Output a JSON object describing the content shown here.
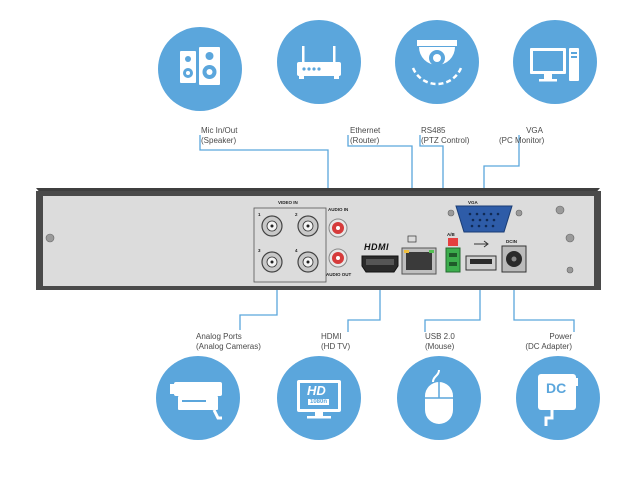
{
  "connections": [
    {
      "id": "mic",
      "title": "Mic In/Out",
      "subtitle": "(Speaker)",
      "icon": "speaker-icon"
    },
    {
      "id": "ethernet",
      "title": "Ethernet",
      "subtitle": "(Router)",
      "icon": "router-icon"
    },
    {
      "id": "rs485",
      "title": "RS485",
      "subtitle": "(PTZ Control)",
      "icon": "ptz-camera-icon"
    },
    {
      "id": "vga",
      "title": "VGA",
      "subtitle": "(PC Monitor)",
      "icon": "monitor-icon"
    },
    {
      "id": "analog",
      "title": "Analog Ports",
      "subtitle": "(Analog Cameras)",
      "icon": "bullet-camera-icon"
    },
    {
      "id": "hdmi",
      "title": "HDMI",
      "subtitle": "(HD TV)",
      "icon": "hd-tv-icon"
    },
    {
      "id": "usb",
      "title": "USB 2.0",
      "subtitle": "(Mouse)",
      "icon": "mouse-icon"
    },
    {
      "id": "power",
      "title": "Power",
      "subtitle": "(DC Adapter)",
      "icon": "dc-adapter-icon"
    }
  ],
  "panel": {
    "video_in": "VIDEO IN",
    "audio_in": "AUDIO IN",
    "audio_out": "AUDIO OUT",
    "hdmi_logo": "HDMI",
    "vga": "VGA",
    "ab": "A/B",
    "dcin": "DCIN",
    "ch1": "1",
    "ch2": "2",
    "ch3": "3",
    "ch4": "4"
  },
  "icon_text": {
    "hd": "HD",
    "hd_res": "1080n",
    "dc": "DC"
  },
  "colors": {
    "circle": "#5ba6dc",
    "wire": "#5ba6dc",
    "chassis": "#dcdcdc",
    "frame": "#4a4a4a",
    "text": "#4a4a4a"
  }
}
